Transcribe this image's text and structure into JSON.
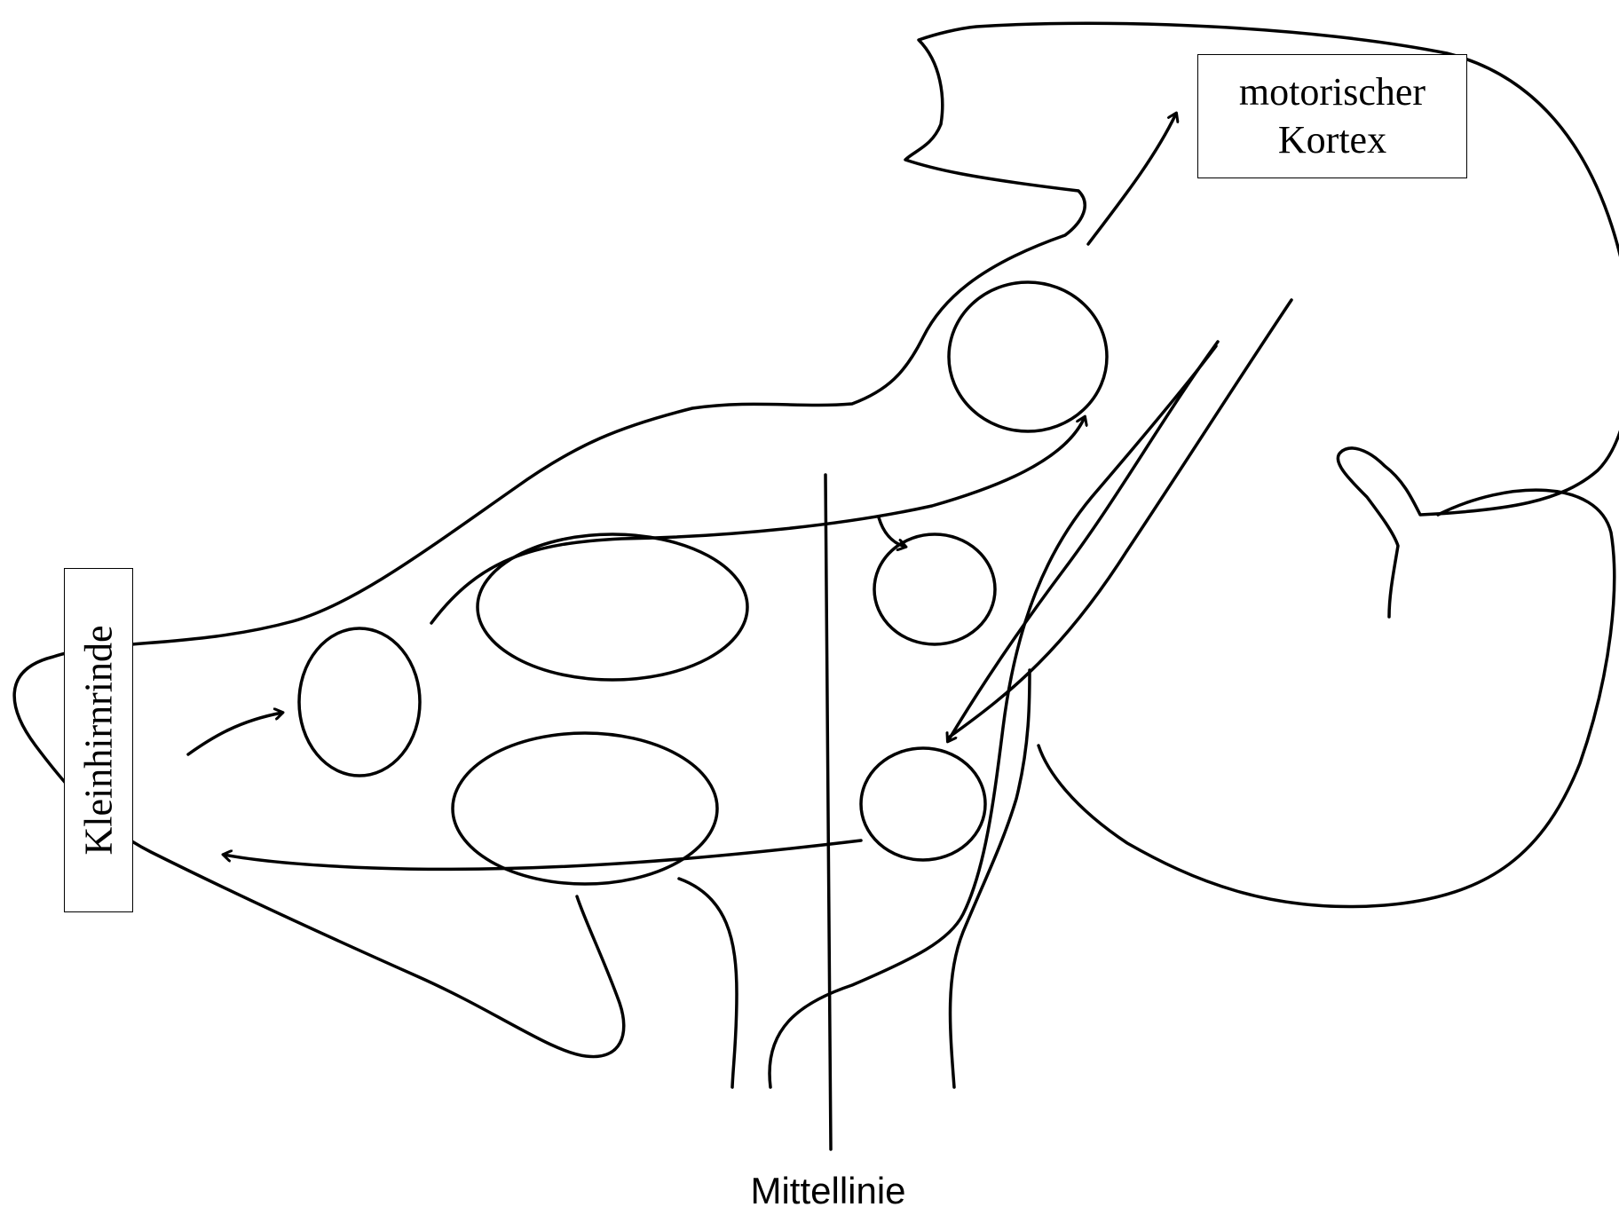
{
  "labels": {
    "motor_cortex_line1": "motorischer",
    "motor_cortex_line2": "Kortex",
    "cerebellar_cortex": "Kleinhirnrinde",
    "midline": "Mittellinie"
  },
  "colors": {
    "ink": "#000000",
    "background": "#ffffff"
  }
}
